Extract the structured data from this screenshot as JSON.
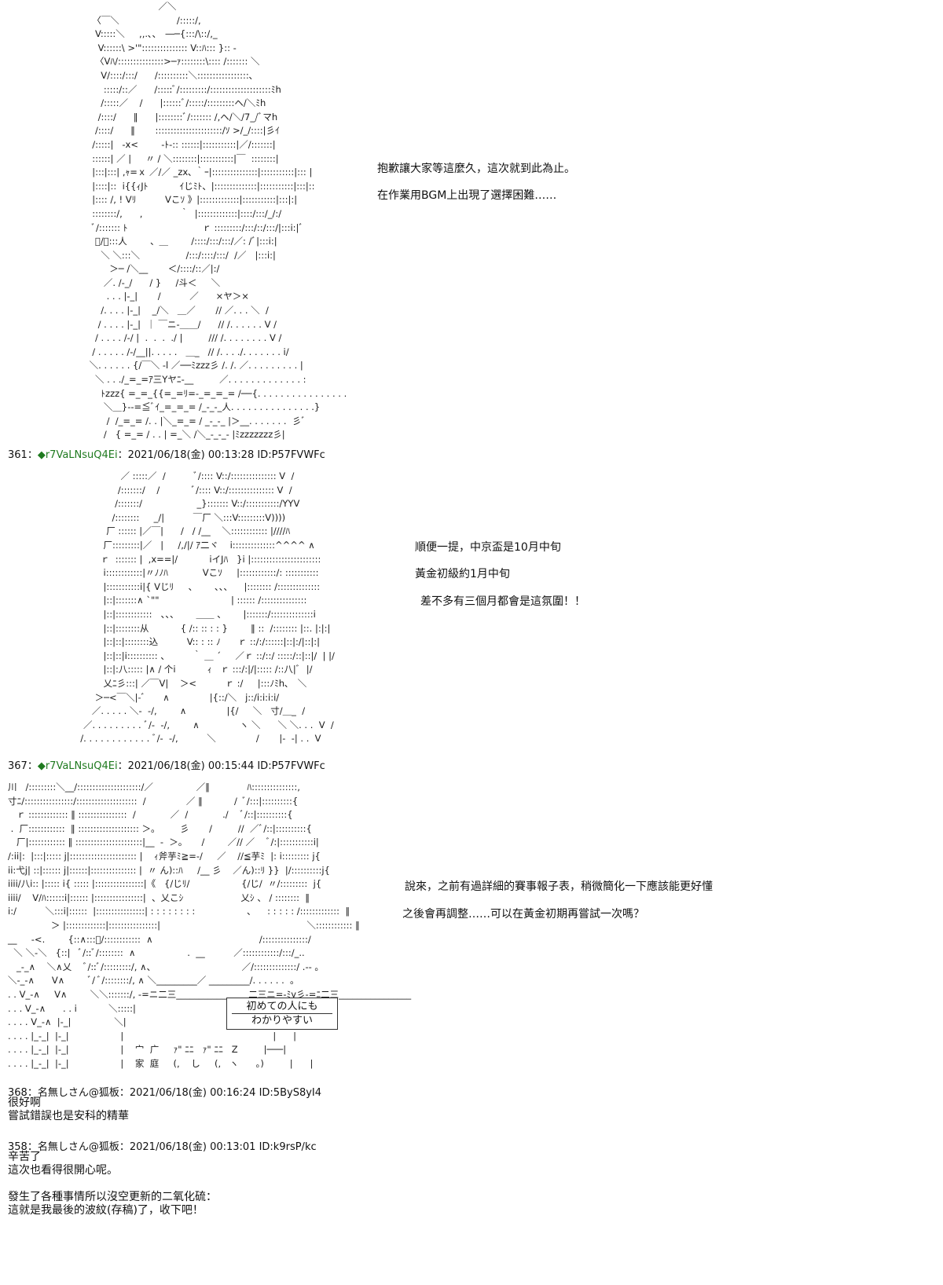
{
  "art": {
    "art1": "                         ／＼\n  〈￣＼                    /:::::/,\n   V:::::＼     ,,.､､   ―─{:::/\\::/,_\n    V::::::\\ >'\"::::::::::::::: V::ﾊ::: }:: -\n   〈Vﾊ/:::::::::::::::>─ｧ::::::::\\:::: /::::::: ＼\n     V/::::/:::/      /::::::::::＼:::::::::::::::::､\n      :::::/::／      /:::::ﾞ/:::::::::/::::::::::::::::::::ﾐh\n     /:::::／    /      |::::::ﾞ/:::::/:::::::::ヘ/＼ﾐh\n    /::::/      ‖      |::::::::ﾞ/::::::: /,ヘ/＼/7_/ﾞマh\n   /::::/      ‖       ::::::::::::::::::::::/ｿ >/_/::::|彡ｲ\n  /:::::|   -x<        -ﾄ-:: ::::::|:::::::::::|／/:::::::|\n  ::::::| ／ |     〃 / ＼::::::::|:::::::::::|￣  ::::::::|\n  |:::|:::| ,ｬ=ｘ ／/／ _zx､ ｀ｰ|:::::::::::::::|:::::::::::|::: |\n  |::::|::  i{{ｨJﾄ           ｲじﾐﾄ、|::::::::::::::|:::::::::::|:::|::\n  |:::: /, ! Vﾘ          Vこｿ 》|:::::::::::::|:::::::::::|:::|:|\n  ::::::::/,      ,             ｀  |:::::::::::::|::::/:::/_/:/\n  ﾞ/::::::: ﾄ                          ｒ :::::::::/:::/::/:::/|:::i:|ﾞ\n   ﾞ/＼:::人        、＿        /::::/:::/:::/／: /ﾞ|:::i:|\n     ＼ ＼:::＼                /:::/::::/:::/  /／   |:::i:|\n        ＞─ /＼__       ＜/::::/::／|:/\n      ／. /-_/      / }     /斗＜     ＼\n       . . . |-_|       /          ／      ×ヤ＞×\n     /. . . . |-_|    _/＼   ＿／       // ／. . . ＼  /\n    / . . . . |-_|  ｜ ￣ニ-＿＿/      // /. . . . . . V /\n   / . . . . /-/ |  .  .  .  ./ |         /// /. . . . . . . . V /\n  / . . . . . /-/__||. . . . .   ＿_   // /. . . ./. . . . . . . i/\n ＼. . . . . . {/￣＼ -l ／──ﾐzzz彡 /. /. ／. . . . . . . . . |\n   ＼ . . ./_=_=ｱ三Yヤﾆ-__         ／. . . . . . . . . . . . . :\n     ﾄzzz{ =_=_{{=_=ﾘ=-_=_=_= /──{. . . . . . . . . . . . . . . .\n      ＼＿}--=≦ﾞｲ_=_=_= /_-_-_人. . . . . . . . . . . . . . .}\n       /  /_=_= /. . |＼_=_= / _-_-_ |＞__. . . . . . .  彡ﾞ\n      /   { =_= / . . | =_＼ /＼_-_-_- |ﾐzzzzzzz彡|",
    "art2": "                ／ :::::／  /          ﾞ/:::: V::/::::::::::::::: V  /\n               /:::::::/    /           ﾞ/:::: V::/::::::::::::::: V  /\n              /:::::::/                   _}::::::: V::/:::::::::::/YYV\n             /::::::::     _/|          ￣厂 ＼:::V:::::::::V))))\n           厂 :::::: |／￣|      /   / /__    ＼:::::::::::: |////ﾊ\n          厂:::::::::|／   |     /,/|/ ｱ二ヾ    i::::::::::::::^^^^ ∧\n         ｒ  ::::::: |  ,x==|/           iイJﾊ   }i |:::::::::::::::::::::::\n          i::::::::::::|〃ﾉﾉﾊ            Vこｿ     |::::::::::::/: :::::::::::\n          |:::::::::::i|{ Vじﾘ     、      、、、    |:::::::: /::::::::::::::\n          |::|:::::::∧ `\"\"                         | :::::: /:::::::::::::::\n          |::|::::::::::::   、、、      ＿＿ 、      |:::::::/::::::::::::::i\n          |::|::::::::从           { /:: :: : : }        ‖ ::  /:::::::: |::. |:|:|\n          |::|::|::::::::込          V:: : :: ﾉ      ｒ ::/:/::::::|::|:/|::|:|\n          |::|::|i:::::::::: 、        ｀ ＿ ´     ／ｒ ::/::/ :::::/::|::|/  | |/\n          |::|:八::::: |∧ / 个i           ｨ   ｒ :::/:|/|::::: /::八|ﾞ  |/\n          乂ﾆ彡:::| ／￣V|    ＞<          ｒ :/     |:::ﾉﾐh､   ＼\n       ＞─<￣＼|-ﾞ      ∧              |{::/＼   j::/i:i:i:i/\n      ／. . . . . ＼-  -/,        ∧              |{/     ＼   寸/＿_  /\n   ／. . . . . . . . . ﾞ/-  -/,        ∧              ヽ ＼      ＼ ＼. . .  V  /\n  /. . . . . . . . . . . . ﾞ/-  -/,          ＼              /       |-  -| . .  V",
    "art3": "川   /:::::::::＼__/:::::::::::::::::::::/／               ／‖             ﾊ:::::::::::::::,\n寸ﾆ/::::::::::::::::/::::::::::::::::::::  /              ／ ‖           /  ﾞ/:::|::::::::::{\n   ｒ ::::::::::::: ‖ ::::::::::::::::  /            ／  /            ./    ﾞ/::|::::::::::{\n .  厂::::::::::::  ‖ :::::::::::::::::::: ＞。       彡       /         //  ／ﾞ/::|::::::::::{\n   厂|:::::::::::: ‖ ::::::::::::::::::::::|__  -  ＞。     /        ／// ／    ﾞ/:|:::::::::::i|\n/:ii|:  |:::|::::: j|:::::::::::::::::::::: |    ｨ斧芋ﾐ≧=-/     ／    //≦芋ﾐ  |: i::::::::: j{\nii:弋j| ::|:::::: j|::::::|::::::::::::::: |  〃 ん)::ﾊ     /__ 彡    ／ん)::ﾘ }}  |/::::::::::j{\niiii/八i:: |::::: i{ ::::: |::::::::::::::::|《   {/じﾘ/                  {/じ/  〃/:::::::::  j{\niiii/    V/ﾊ::::::i|:::::: |::::::::::::::::|  、乂こｼ                    乂ｼ 、 / ::::::::  ‖\ni:/          ＼:::i|::::::  |::::::::::::::::| : : : : : : : :                  、    : : : : : /:::::::::::::  ‖\n               ＞ |:::::::::::::|::::::::::::::::|                                                   ＼:::::::::::: ‖\n__     -<.        {::∧:::ﾞ/::::::::::::  ∧                                     /:::::::::::::::/\n  ＼ ＼-＼   {::|   ﾞ/::ﾞ/::::::::  ∧                  .  __          ／::::::::::::/:::/_..\n   _-_∧    ＼∧乂    ﾞ/::ﾞ/:::::::::/, ∧、                              ／/::::::::::::::/ .-- 。\n＼-_-∧      V∧        ﾞ/ ﾞ/::::::::/, ∧ ＼_________／ _________/. . . . . .  。\n. . V_-∧     V∧        ＼＼:::::::/, -=ニ二三________________二三ニ=-ﾐy彡-=ﾆ二三________________\n. . . V_-∧      . . i           ＼:::::|                                   |            |───|\n. . . . V_-∧  |-_|               ＼|                                    |            |      |\n. . . . |_-_|  |-_|                  |                                                    |      |\n. . . . |_-_|  |-_|                  |    宀  广     ｧ\" ﾆﾆ   ｧ\" ﾆﾆ   Z         |───|\n. . . . |_-_|  |-_|                  |    家  庭     (,    し     (,   ヽ      ｡)         |      |",
    "sign_line1": "初めての人にも",
    "sign_line2": "わかりやすい"
  },
  "captions": {
    "c1": "抱歉讓大家等這麼久，這次就到此為止。",
    "c2": "在作業用BGM上出現了選擇困難……",
    "c3": "順便一提，中京盃是10月中旬",
    "c4": "黃金初級約1月中旬",
    "c5": "差不多有三個月都會是這氛圍！！",
    "c6": "說來，之前有過詳細的賽事報子表，稍微簡化一下應該能更好懂",
    "c7": "之後會再調整……可以在黃金初期再嘗試一次嗎？"
  },
  "posts": [
    {
      "num": "361",
      "sep": "：",
      "name": "◆r7VaLNsuQ4Ei",
      "date": "：2021/06/18(金) 00:13:28 ID:P57FVWFc"
    },
    {
      "num": "367",
      "sep": "：",
      "name": "◆r7VaLNsuQ4Ei",
      "date": "：2021/06/18(金) 00:15:44 ID:P57FVWFc"
    },
    {
      "num": "368",
      "sep": "：",
      "name": "名無しさん@狐板",
      "date": "：2021/06/18(金) 00:16:24 ID:5ByS8yI4",
      "body": "很好啊\n嘗試錯誤也是安科的精華"
    },
    {
      "num": "358",
      "sep": "：",
      "name": "名無しさん@狐板",
      "date": "：2021/06/18(金) 00:13:01 ID:k9rsP/kc",
      "body": "辛苦了\n這次也看得很開心呢。\n\n發生了各種事情所以沒空更新的二氧化硫：\n這就是我最後的波紋(存稿)了，收下吧！"
    }
  ],
  "colors": {
    "trip": "#1f7a1f",
    "text": "#111111",
    "background": "#ffffff"
  }
}
